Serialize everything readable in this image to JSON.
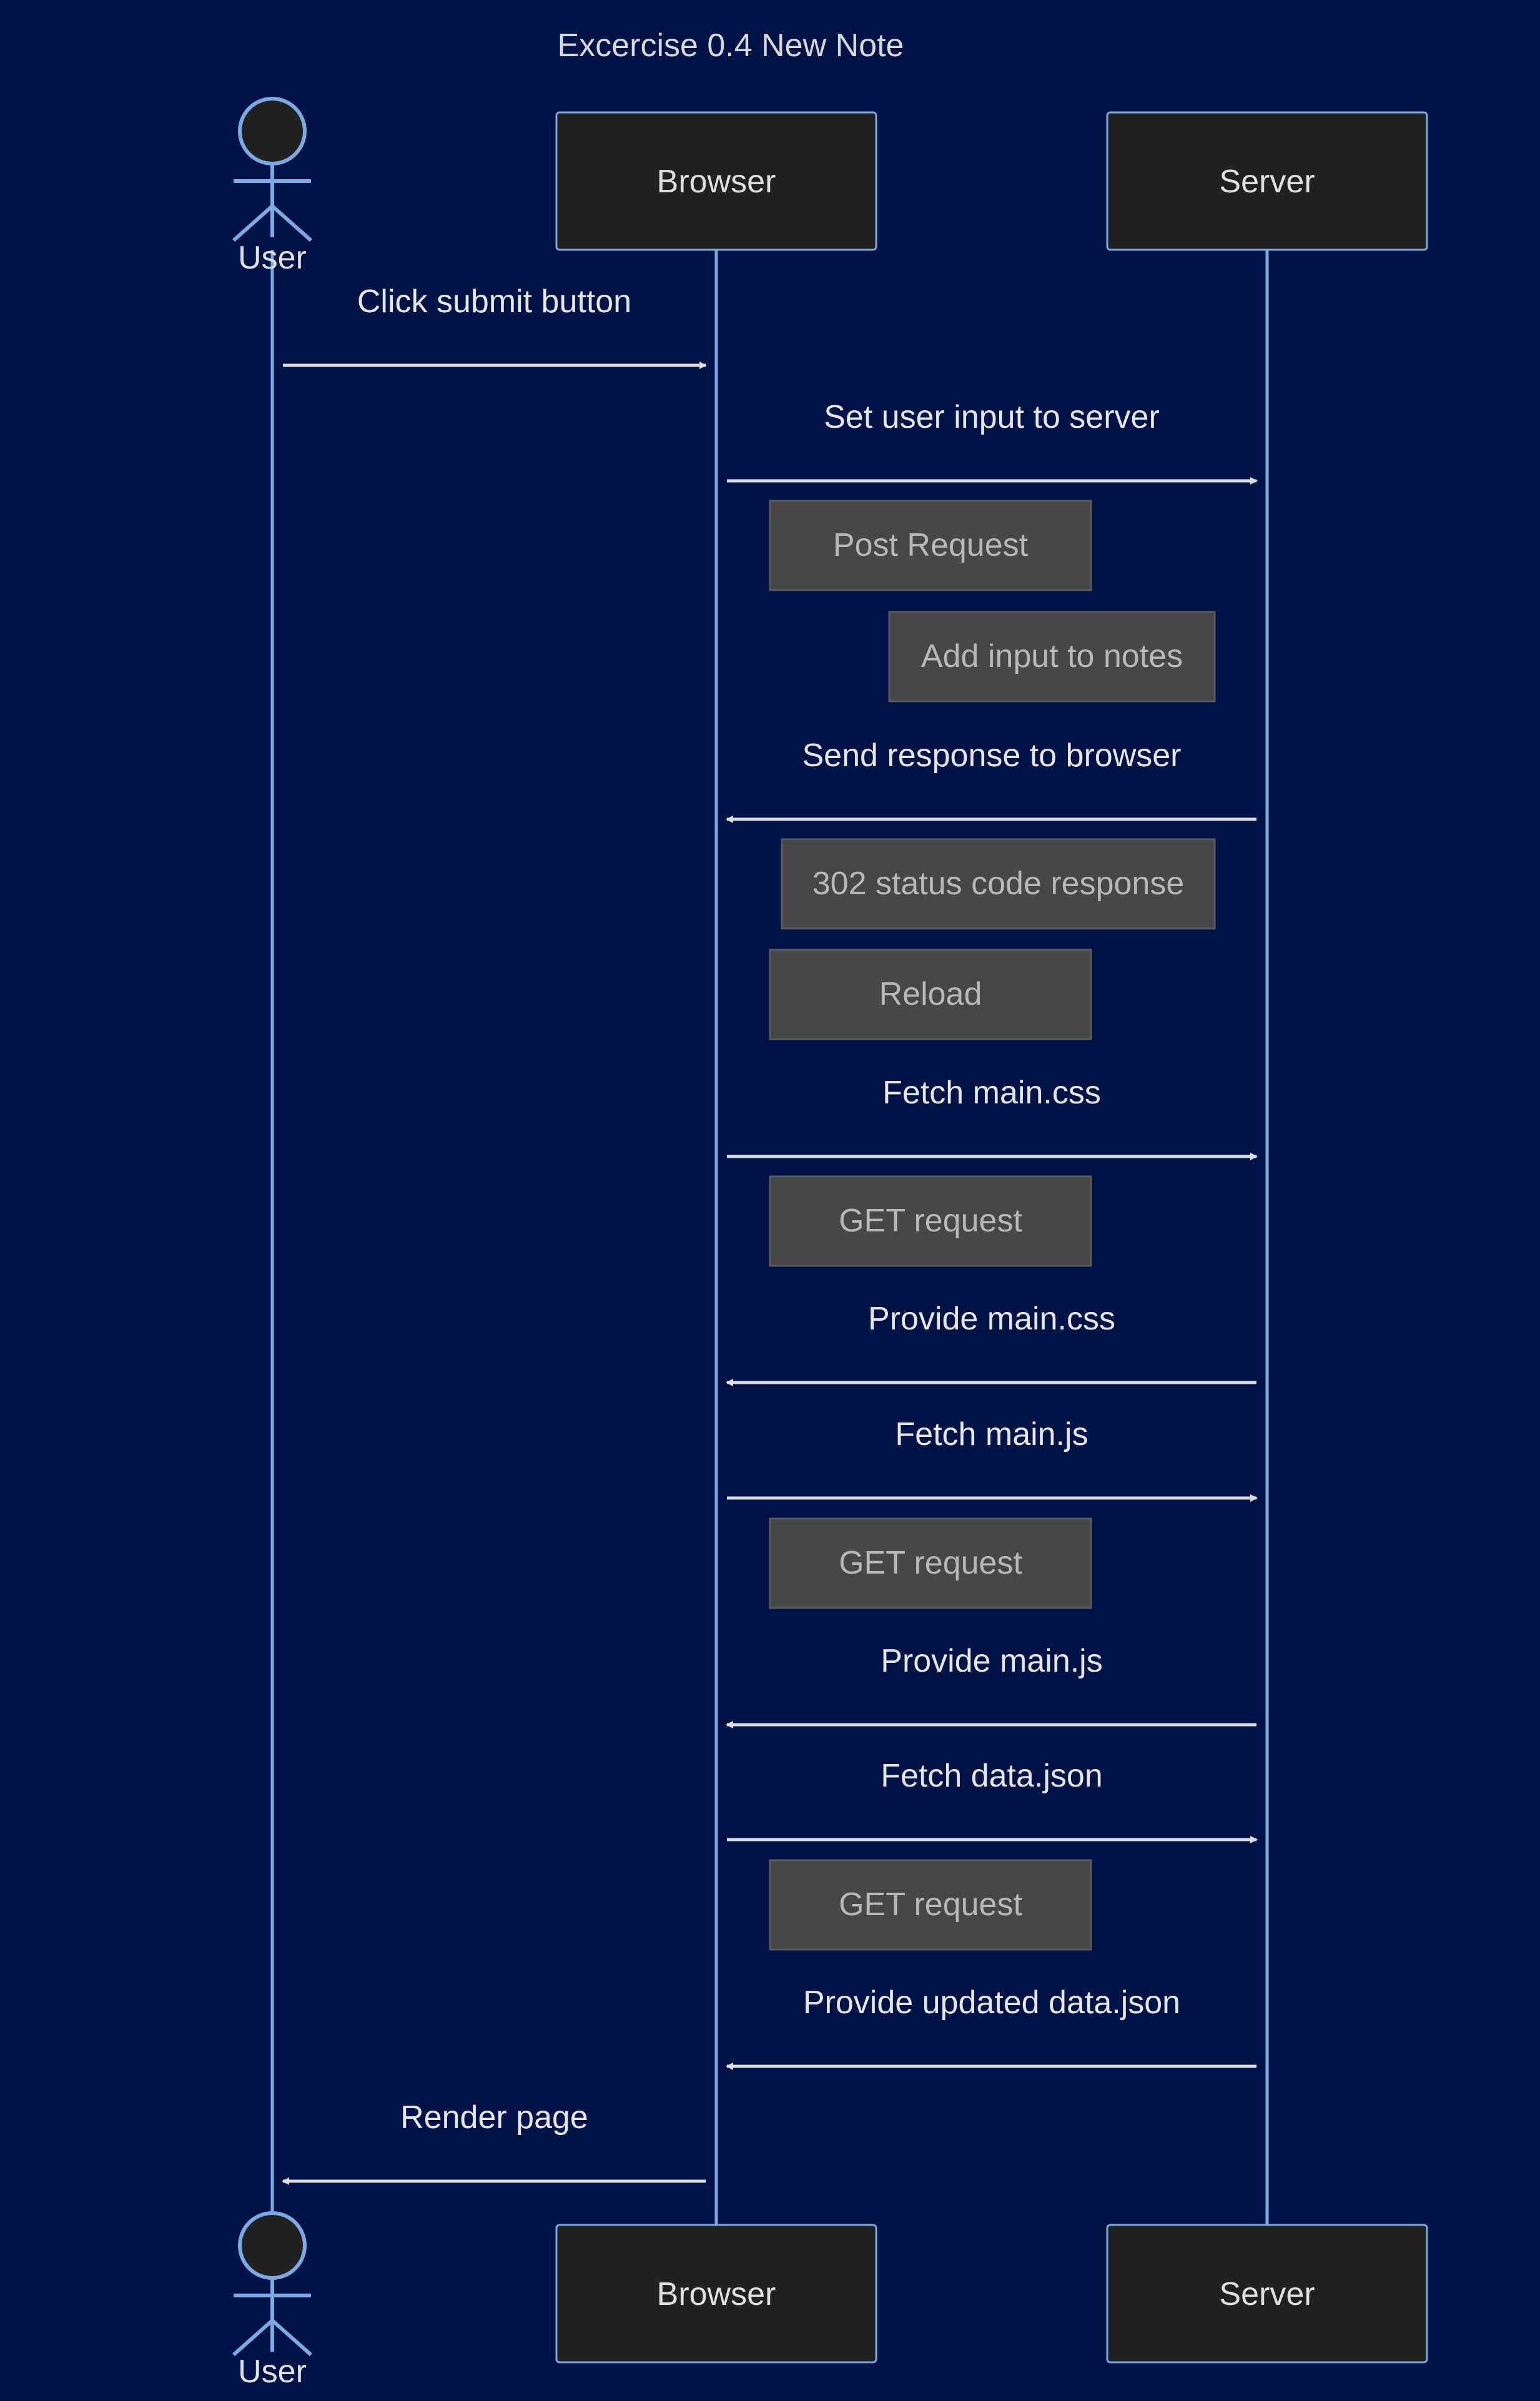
{
  "diagram": {
    "title": "Excercise 0.4 New Note",
    "colors": {
      "background": "#001346",
      "lifeline": "#7aaae4",
      "participant_fill": "#212121",
      "participant_stroke": "#7aaae4",
      "actor_head_fill": "#212121",
      "message_line": "#dddddd",
      "note_fill": "#474747",
      "note_stroke": "#5a5a5a",
      "note_text": "#b8b8b8",
      "text": "#e6e6e6"
    },
    "participants": [
      {
        "id": "user",
        "label": "User",
        "kind": "actor",
        "icon": "person-icon"
      },
      {
        "id": "browser",
        "label": "Browser",
        "kind": "box"
      },
      {
        "id": "server",
        "label": "Server",
        "kind": "box"
      }
    ],
    "steps": [
      {
        "type": "message",
        "from": "user",
        "to": "browser",
        "label": "Click submit button"
      },
      {
        "type": "message",
        "from": "browser",
        "to": "server",
        "label": "Set user input to server"
      },
      {
        "type": "note",
        "over": "browser-server",
        "text": "Post Request",
        "align": "left"
      },
      {
        "type": "note",
        "over": "browser-server",
        "text": "Add input to notes",
        "align": "right"
      },
      {
        "type": "message",
        "from": "server",
        "to": "browser",
        "label": "Send response to browser"
      },
      {
        "type": "note",
        "over": "browser-server",
        "text": "302 status code response",
        "align": "wide"
      },
      {
        "type": "note",
        "over": "browser-server",
        "text": "Reload",
        "align": "left"
      },
      {
        "type": "message",
        "from": "browser",
        "to": "server",
        "label": "Fetch main.css"
      },
      {
        "type": "note",
        "over": "browser-server",
        "text": "GET request",
        "align": "left"
      },
      {
        "type": "message",
        "from": "server",
        "to": "browser",
        "label": "Provide main.css"
      },
      {
        "type": "message",
        "from": "browser",
        "to": "server",
        "label": "Fetch main.js"
      },
      {
        "type": "note",
        "over": "browser-server",
        "text": "GET request",
        "align": "left"
      },
      {
        "type": "message",
        "from": "server",
        "to": "browser",
        "label": "Provide main.js"
      },
      {
        "type": "message",
        "from": "browser",
        "to": "server",
        "label": "Fetch data.json"
      },
      {
        "type": "note",
        "over": "browser-server",
        "text": "GET request",
        "align": "left"
      },
      {
        "type": "message",
        "from": "server",
        "to": "browser",
        "label": "Provide updated data.json"
      },
      {
        "type": "message",
        "from": "browser",
        "to": "user",
        "label": "Render page"
      }
    ]
  }
}
